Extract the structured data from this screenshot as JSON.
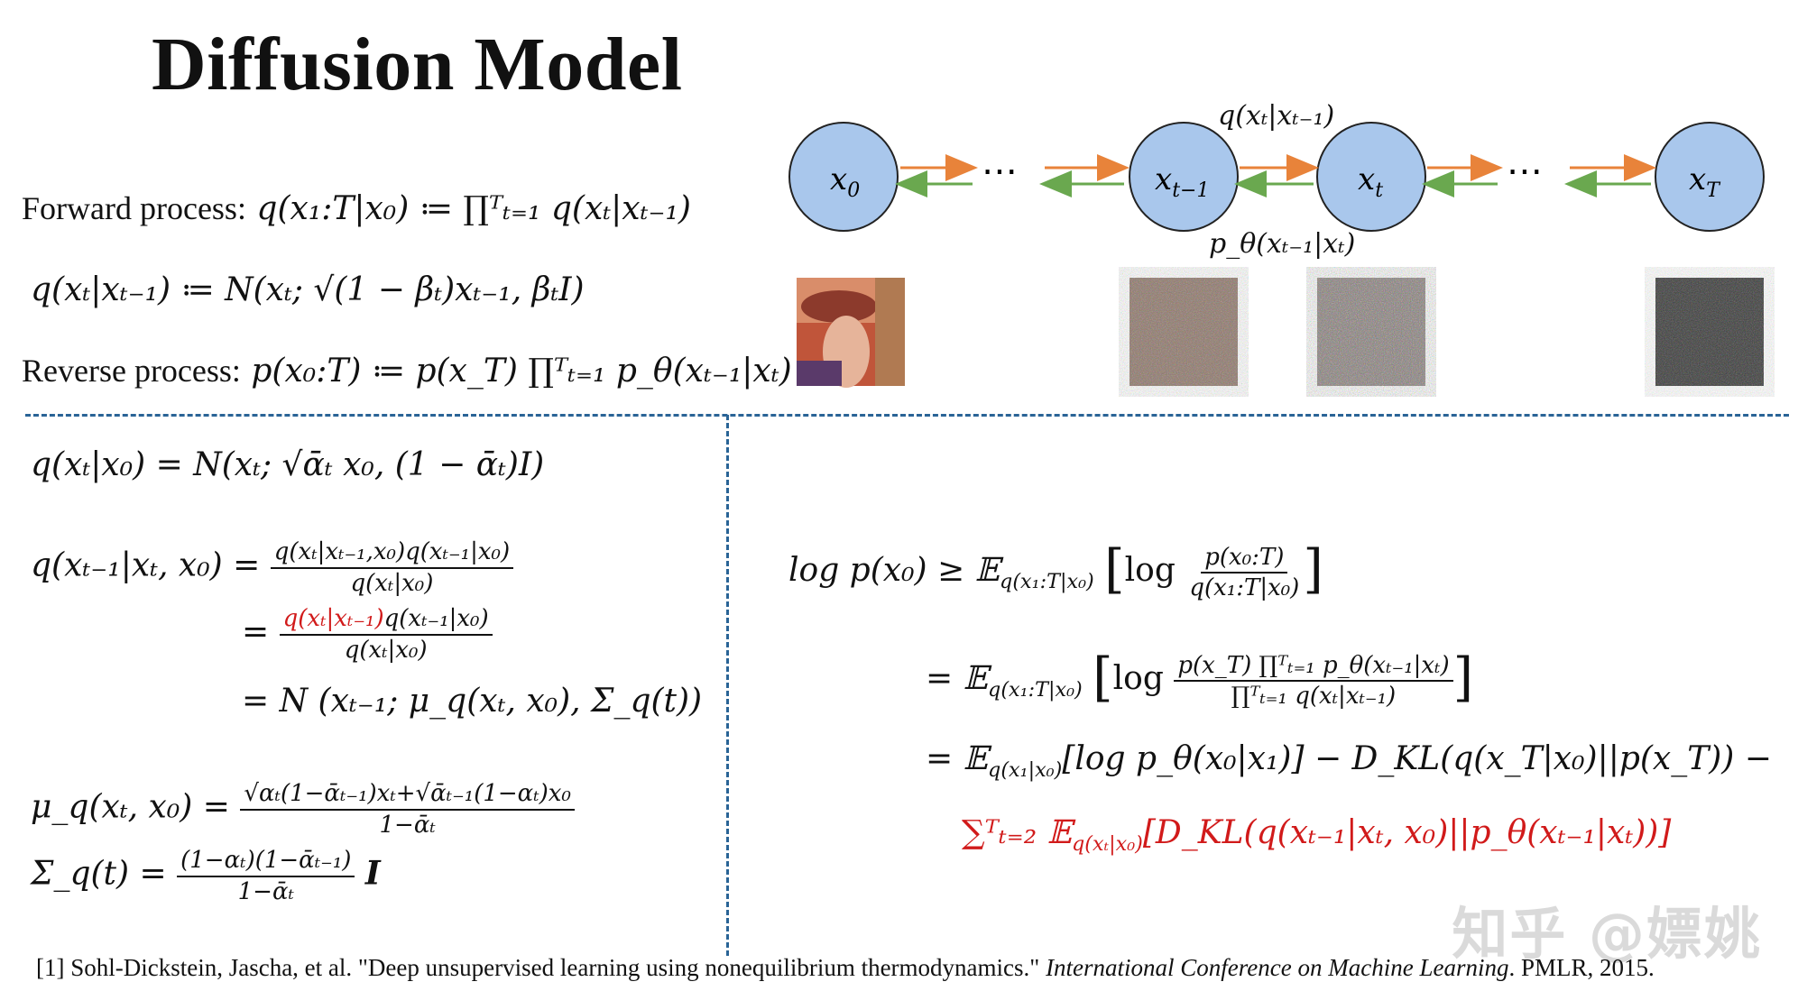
{
  "title": "Diffusion Model",
  "forward": {
    "label": "Forward process:",
    "formula": "q(x₁:T|x₀) ≔ ∏ᵀₜ₌₁ q(xₜ|xₜ₋₁)"
  },
  "transition": {
    "formula": "q(xₜ|xₜ₋₁) ≔ N(xₜ; √(1 − βₜ)xₜ₋₁, βₜI)"
  },
  "reverse": {
    "label": "Reverse process:",
    "formula": "p(x₀:T) ≔ p(x_T) ∏ᵀₜ₌₁ p_θ(xₜ₋₁|xₜ)"
  },
  "diagram": {
    "nodes": [
      "x0",
      "x_{t-1}",
      "x_t",
      "x_T"
    ],
    "ellipsis": "⋯",
    "forward_label": "q(xₜ|xₜ₋₁)",
    "reverse_label": "p_θ(xₜ₋₁|xₜ)",
    "node_color": "#a9c7ec",
    "forward_arrow_color": "#e8833a",
    "reverse_arrow_color": "#6aa84f"
  },
  "left": {
    "marginal": "q(xₜ|x₀) = N(xₜ; √ᾱₜ x₀, (1 − ᾱₜ)I)",
    "posterior_lhs": "q(xₜ₋₁|xₜ, x₀) =",
    "posterior_frac1_num": "q(xₜ|xₜ₋₁,x₀)q(xₜ₋₁|x₀)",
    "posterior_frac1_den": "q(xₜ|x₀)",
    "posterior_frac2_num_red": "q(xₜ|xₜ₋₁)",
    "posterior_frac2_num_rest": "q(xₜ₋₁|x₀)",
    "posterior_frac2_den": "q(xₜ|x₀)",
    "posterior_normal": "= N (xₜ₋₁; μ_q(xₜ, x₀), Σ_q(t))",
    "mu_lhs": "μ_q(xₜ, x₀) =",
    "mu_num": "√αₜ(1−ᾱₜ₋₁)xₜ+√ᾱₜ₋₁(1−αₜ)x₀",
    "mu_den": "1−ᾱₜ",
    "sigma_lhs": "Σ_q(t) =",
    "sigma_num": "(1−αₜ)(1−ᾱₜ₋₁)",
    "sigma_den": "1−ᾱₜ",
    "sigma_tail": "I"
  },
  "right": {
    "elbo_lhs": "log p(x₀) ≥ 𝔼",
    "elbo_sub": "q(x₁:T|x₀)",
    "elbo_log": "log",
    "elbo_num": "p(x₀:T)",
    "elbo_den": "q(x₁:T|x₀)",
    "line2_eq": "= 𝔼",
    "line2_sub": "q(x₁:T|x₀)",
    "line2_num": "p(x_T) ∏ᵀₜ₌₁ p_θ(xₜ₋₁|xₜ)",
    "line2_den": "∏ᵀₜ₌₁ q(xₜ|xₜ₋₁)",
    "line3": "= 𝔼",
    "line3_sub": "q(x₁|x₀)",
    "line3_rest": "[log p_θ(x₀|x₁)] − D_KL(q(x_T|x₀)||p(x_T)) −",
    "line4_sum": "∑ᵀₜ₌₂ 𝔼",
    "line4_sub": "q(xₜ|x₀)",
    "line4_rest": "[D_KL(q(xₜ₋₁|xₜ, x₀)||p_θ(xₜ₋₁|xₜ))]"
  },
  "reference": {
    "prefix": "[1] Sohl-Dickstein, Jascha, et al. \"Deep unsupervised learning using nonequilibrium thermodynamics.\"",
    "venue": "International Conference on Machine Learning",
    "suffix": ". PMLR, 2015."
  },
  "watermark": "知乎 @嫖姚"
}
